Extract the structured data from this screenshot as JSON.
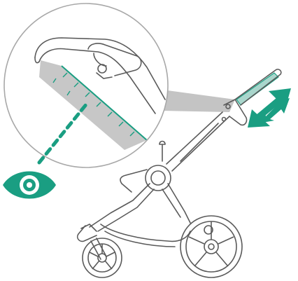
{
  "figure": {
    "kind": "stroller-handlebar-inspection-illustration",
    "accent_color": "#1a9e82",
    "line_color": "#5a5a5a",
    "light_line_color": "#9a9a9a",
    "callout_fill": "#bdbdbd",
    "icons": [
      "eye-icon",
      "double-arrow-icon",
      "zoom-callout",
      "stroller-frame"
    ]
  }
}
